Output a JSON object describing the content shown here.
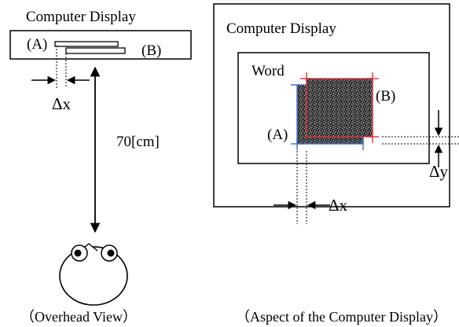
{
  "left": {
    "title": "Computer Display",
    "label_a": "(A)",
    "label_b": "(B)",
    "delta": "Δx",
    "distance": "70[cm]",
    "caption": "（Overhead View）"
  },
  "right": {
    "title": "Computer Display",
    "word": "Word",
    "label_a": "(A)",
    "label_b": "(B)",
    "delta_x": "Δx",
    "delta_y": "Δy",
    "caption": "（Aspect of the Computer Display）"
  },
  "colors": {
    "ink": "#000000",
    "patch_a_border": "#3b6fc9",
    "patch_b_border": "#e0303a",
    "noise_dark": "#1a1a1a"
  }
}
